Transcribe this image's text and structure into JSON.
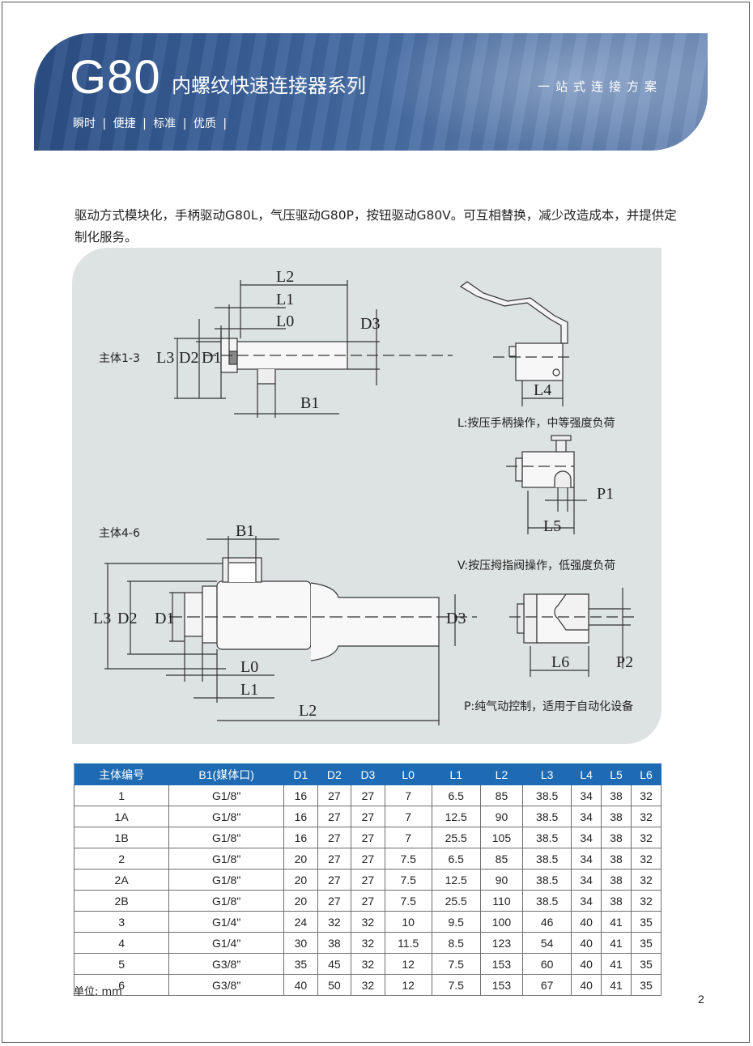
{
  "header": {
    "model": "G80",
    "series_name": "内螺纹快速连接器系列",
    "slogan": "一站式连接方案",
    "tags": [
      "瞬时",
      "|",
      "便捷",
      "|",
      "标准",
      "|",
      "优质",
      "|"
    ]
  },
  "intro": "驱动方式模块化，手柄驱动G80L，气压驱动G80P，按钮驱动G80V。可互相替换，减少改造成本，并提供定制化服务。",
  "diagram": {
    "body_1_3": "主体1-3",
    "body_4_6": "主体4-6",
    "caption_L": "L:按压手柄操作，中等强度负荷",
    "caption_V": "V:按压拇指阀操作，低强度负荷",
    "caption_P": "P:纯气动控制，适用于自动化设备",
    "dims": {
      "L0": "L0",
      "L1": "L1",
      "L2": "L2",
      "L3": "L3",
      "L4": "L4",
      "L5": "L5",
      "L6": "L6",
      "D1": "D1",
      "D2": "D2",
      "D3": "D3",
      "B1": "B1",
      "P1": "P1",
      "P2": "P2"
    }
  },
  "table": {
    "headers": [
      "主体编号",
      "B1(媒体口)",
      "D1",
      "D2",
      "D3",
      "L0",
      "L1",
      "L2",
      "L3",
      "L4",
      "L5",
      "L6"
    ],
    "rows": [
      [
        "1",
        "G1/8\"",
        "16",
        "27",
        "27",
        "7",
        "6.5",
        "85",
        "38.5",
        "34",
        "38",
        "32"
      ],
      [
        "1A",
        "G1/8\"",
        "16",
        "27",
        "27",
        "7",
        "12.5",
        "90",
        "38.5",
        "34",
        "38",
        "32"
      ],
      [
        "1B",
        "G1/8\"",
        "16",
        "27",
        "27",
        "7",
        "25.5",
        "105",
        "38.5",
        "34",
        "38",
        "32"
      ],
      [
        "2",
        "G1/8\"",
        "20",
        "27",
        "27",
        "7.5",
        "6.5",
        "85",
        "38.5",
        "34",
        "38",
        "32"
      ],
      [
        "2A",
        "G1/8\"",
        "20",
        "27",
        "27",
        "7.5",
        "12.5",
        "90",
        "38.5",
        "34",
        "38",
        "32"
      ],
      [
        "2B",
        "G1/8\"",
        "20",
        "27",
        "27",
        "7.5",
        "25.5",
        "110",
        "38.5",
        "34",
        "38",
        "32"
      ],
      [
        "3",
        "G1/4\"",
        "24",
        "32",
        "32",
        "10",
        "9.5",
        "100",
        "46",
        "40",
        "41",
        "35"
      ],
      [
        "4",
        "G1/4\"",
        "30",
        "38",
        "32",
        "11.5",
        "8.5",
        "123",
        "54",
        "40",
        "41",
        "35"
      ],
      [
        "5",
        "G3/8\"",
        "35",
        "45",
        "32",
        "12",
        "7.5",
        "153",
        "60",
        "40",
        "41",
        "35"
      ],
      [
        "6",
        "G3/8\"",
        "40",
        "50",
        "32",
        "12",
        "7.5",
        "153",
        "67",
        "40",
        "41",
        "35"
      ]
    ],
    "unit": "单位: mm"
  },
  "page_number": "2",
  "colors": {
    "banner": "#3e659e",
    "table_header": "#1e6bb4",
    "panel": "#dde3e2"
  }
}
